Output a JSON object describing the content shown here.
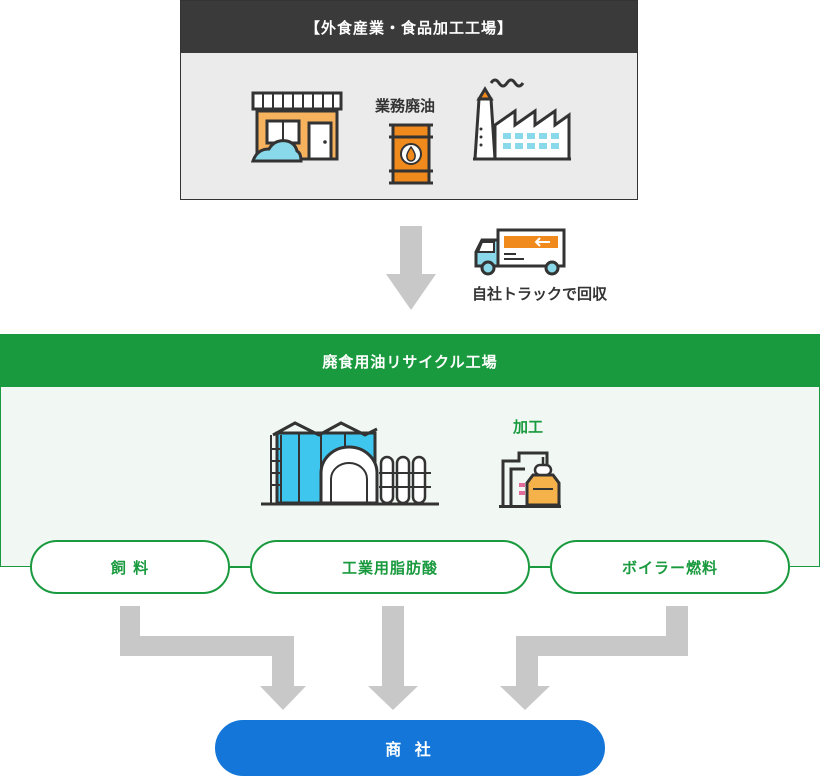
{
  "source": {
    "title": "【外食産業・食品加工工場】",
    "oil_label": "業務廃油"
  },
  "transport": {
    "label": "自社トラックで回収"
  },
  "plant": {
    "title": "廃食用油リサイクル工場",
    "process_label": "加工"
  },
  "products": [
    {
      "label": "飼 料"
    },
    {
      "label": "工業用脂肪酸"
    },
    {
      "label": "ボイラー燃料"
    }
  ],
  "destination": {
    "label": "商 社"
  },
  "colors": {
    "dark": "#3a3a3a",
    "green": "#1a9a3e",
    "blue": "#1476d8",
    "orange": "#f08a1c",
    "arrow_gray": "#c8c8c8",
    "icon_cyan": "#3fc6ee"
  }
}
